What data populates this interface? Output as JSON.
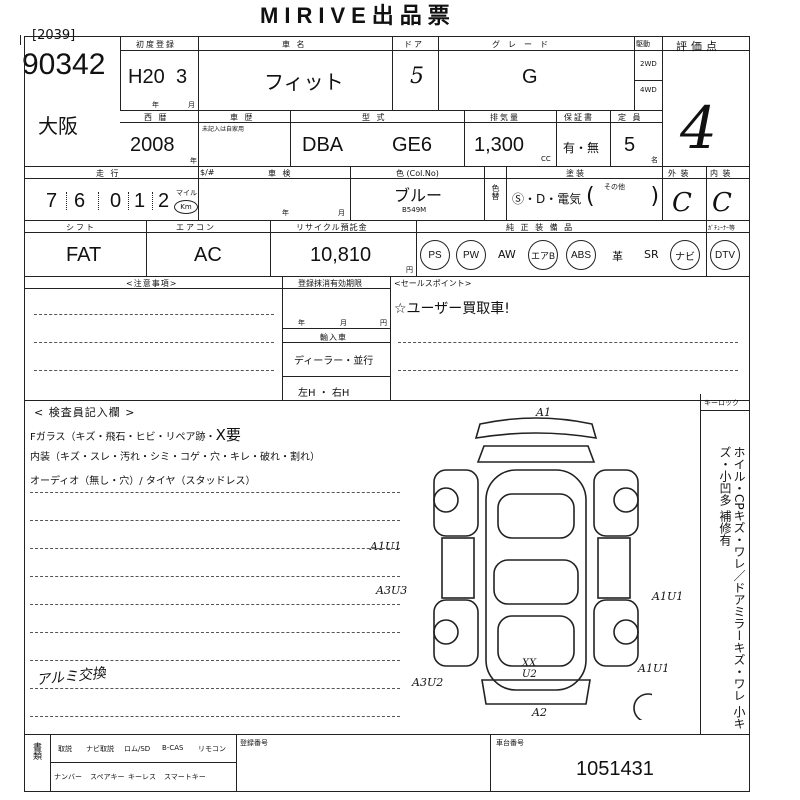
{
  "header": {
    "title": "MIRIVE出品票"
  },
  "lot": {
    "bracket": "[2039]",
    "number": "90342",
    "location": "大阪"
  },
  "labels": {
    "first_reg": "初度登録",
    "year_unit": "年",
    "month_unit": "月",
    "car_name": "車 名",
    "door": "ドア",
    "grade": "グレード",
    "drive": "駆動",
    "drive_2wd": "2WD",
    "drive_4wd": "4WD",
    "score": "評価点",
    "western": "西 暦",
    "history": "車 歴",
    "history_note": "未記入は自家用",
    "model": "型 式",
    "displacement": "排気量",
    "cc": "CC",
    "warranty": "保証書",
    "capacity": "定 員",
    "capacity_unit": "名",
    "mileage": "走 行",
    "mileage_mark": "$/#",
    "mile": "マイル",
    "km": "Km",
    "inspection": "車 検",
    "color": "色 (Col.No)",
    "color_change": "色替",
    "paint": "塗装",
    "paint_other": "その他",
    "exterior": "外 装",
    "interior": "内 装",
    "shift": "シフト",
    "aircon": "エアコン",
    "recycle": "リサイクル預託金",
    "yen": "円",
    "options": "純 正 装 備 品",
    "tuner": "ｶﾞﾁｭｰﾅｰ等",
    "notes": "<注意事項>",
    "dereg": "登録抹消有効期限",
    "import": "輸入車",
    "dealer": "ディーラー・並行",
    "steering": "左H ・ 右H",
    "sales": "<セールスポイント>",
    "inspector": "< 検査員記入欄 >",
    "keylock": "キーロック",
    "docs": "書類",
    "doc_items": [
      "取説",
      "ナビ取説",
      "ロム/SD",
      "B-CAS",
      "リモコン"
    ],
    "doc_items2": [
      "ナンバー",
      "スペアキー",
      "キーレス",
      "スマートキー"
    ],
    "reg_no": "登録番号",
    "chassis": "車台番号"
  },
  "vehicle": {
    "era": "H20",
    "month": "3",
    "name": "フィット",
    "doors": "5",
    "grade": "G",
    "year": "2008",
    "model_prefix": "DBA",
    "model_code": "GE6",
    "displacement": "1,300",
    "warranty": "有・無",
    "capacity": "5",
    "mileage_digits": [
      "7",
      "6",
      "0",
      "1",
      "2"
    ],
    "color": "ブルー",
    "color_no": "B549M",
    "paint": "Ⓢ・D・電気",
    "score": "4",
    "exterior_grade": "C",
    "interior_grade": "C",
    "shift": "FAT",
    "aircon": "AC",
    "recycle_fee": "10,810",
    "chassis_no": "1051431"
  },
  "equipment": {
    "circled": [
      "PS",
      "PW",
      "エアB",
      "ABS",
      "ナビ",
      "DTV"
    ],
    "plain": [
      "AW",
      "革",
      "SR"
    ]
  },
  "sales_point": "☆ユーザー買取車!",
  "inspector_notes": {
    "glass": "Fガラス（キズ・飛石・ヒビ・リペア跡・",
    "glass_mark": "X要",
    "interior": "内装（キズ・スレ・汚れ・シミ・コゲ・穴・キレ・破れ・割れ）",
    "audio": "オーディオ（無し・穴）/ タイヤ（スタッドレス）",
    "extra": "アルミ交換"
  },
  "side_note": "ホイル・CPキズ・ワレ／ドアミラーキズ・ワレ 小キズ・小凹多 補修有",
  "damage_marks": [
    "A1",
    "A1U1",
    "A3U3",
    "A1U1",
    "A3U2",
    "XX U2",
    "A1U1",
    "A2"
  ]
}
